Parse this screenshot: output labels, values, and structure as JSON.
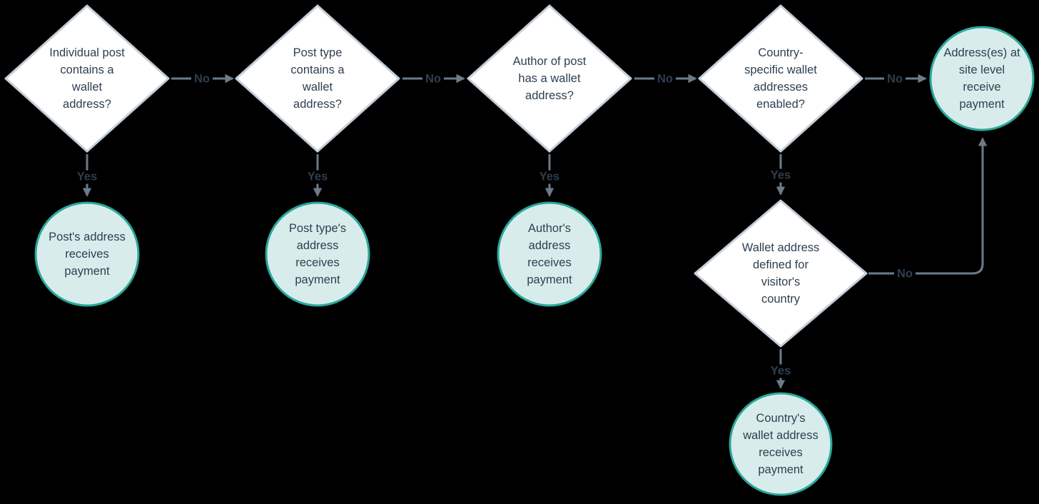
{
  "scene": {
    "type": "flowchart",
    "background": "#000000"
  },
  "colors": {
    "decision_fill": "#ffffff",
    "decision_border": "#c5cfd9",
    "outcome_fill": "#d8edeb",
    "outcome_border": "#2aa79a",
    "text": "#2e3f51",
    "connector": "#6b7b8a"
  },
  "nodes": {
    "decision_individual_post": {
      "label": "Individual post\ncontains a\nwallet\naddress?"
    },
    "decision_post_type": {
      "label": "Post type\ncontains a\nwallet\naddress?"
    },
    "decision_author": {
      "label": "Author of post\nhas a wallet\naddress?"
    },
    "decision_country_specific": {
      "label": "Country-\nspecific wallet\naddresses\nenabled?"
    },
    "decision_visitor_country": {
      "label": "Wallet address\ndefined for\nvisitor's\ncountry"
    },
    "outcome_post_address": {
      "label": "Post's address\nreceives\npayment"
    },
    "outcome_post_type_address": {
      "label": "Post type's\naddress\nreceives\npayment"
    },
    "outcome_author_address": {
      "label": "Author's\naddress\nreceives\npayment"
    },
    "outcome_site_level": {
      "label": "Address(es) at\nsite level\nreceive\npayment"
    },
    "outcome_country_wallet": {
      "label": "Country's\nwallet address\nreceives\npayment"
    }
  },
  "edges": {
    "no_individual_to_post_type": {
      "label": "No"
    },
    "no_post_type_to_author": {
      "label": "No"
    },
    "no_author_to_country": {
      "label": "No"
    },
    "no_country_to_site": {
      "label": "No"
    },
    "no_visitor_country_to_site": {
      "label": "No"
    },
    "yes_individual": {
      "label": "Yes"
    },
    "yes_post_type": {
      "label": "Yes"
    },
    "yes_author": {
      "label": "Yes"
    },
    "yes_country": {
      "label": "Yes"
    },
    "yes_visitor_country": {
      "label": "Yes"
    }
  }
}
